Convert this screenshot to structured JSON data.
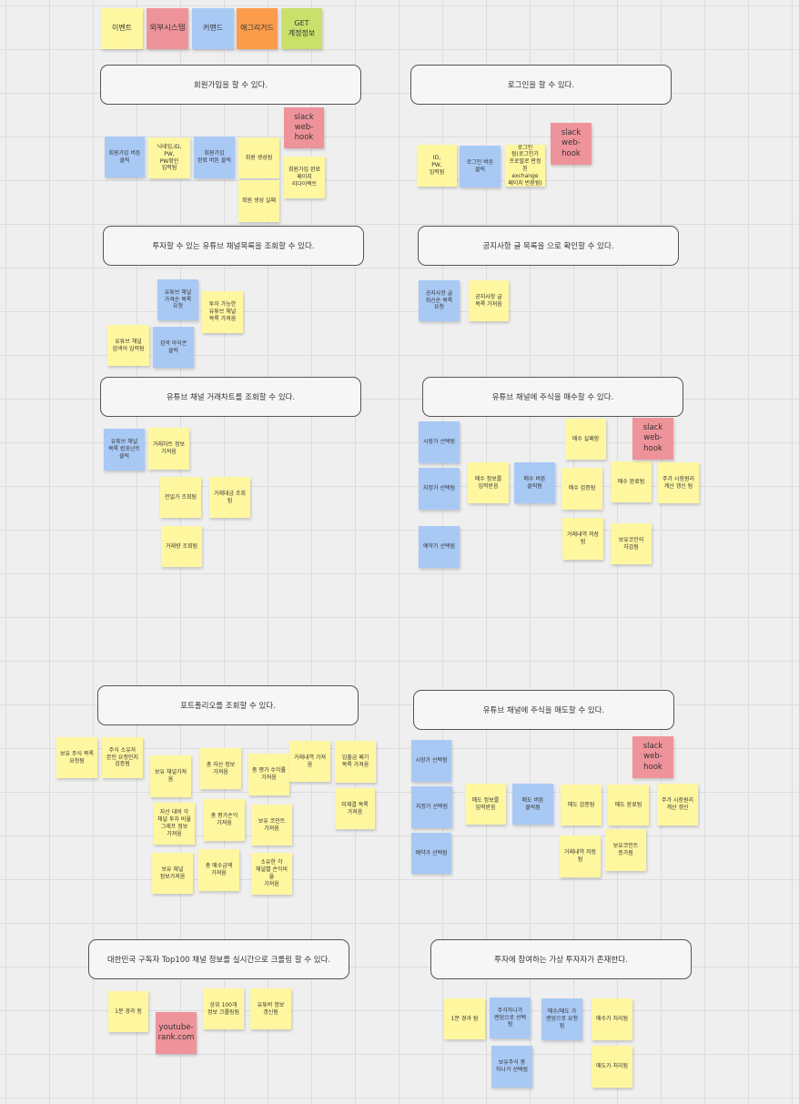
{
  "colors": {
    "yellow": "#fff7a0",
    "blue": "#a9c9f5",
    "pink": "#ef939b",
    "orange": "#fb9c4a",
    "green": "#c9e06a"
  },
  "legend": [
    {
      "id": "legend-event",
      "color": "yellow",
      "text": "이벤트"
    },
    {
      "id": "legend-external",
      "color": "pink",
      "text": "외부시스템"
    },
    {
      "id": "legend-command",
      "color": "blue",
      "text": "커맨드"
    },
    {
      "id": "legend-aggregate",
      "color": "orange",
      "text": "애그리거드"
    },
    {
      "id": "legend-get",
      "color": "green",
      "text": "GET\n계정정보"
    }
  ],
  "stories": [
    {
      "id": "signup",
      "text": "회원가입을 할 수 있다."
    },
    {
      "id": "login",
      "text": "로그인을 할 수 있다."
    },
    {
      "id": "channel-list",
      "text": "투자할 수 있는 유튜브 채널목록을 조회할 수 있다."
    },
    {
      "id": "notice",
      "text": "공지사항 글 목록을 으로 확인할 수 있다."
    },
    {
      "id": "chart",
      "text": "유튜브 채널 거래차트를 조회할 수 있다."
    },
    {
      "id": "buy",
      "text": "유튜브 채널에 주식을 매수할 수 있다."
    },
    {
      "id": "portfolio",
      "text": "포트폴리오를 조회할 수 있다."
    },
    {
      "id": "sell",
      "text": "유튜브 채널에 주식을 매도할 수 있다."
    },
    {
      "id": "crawl",
      "text": "대한민국 구독자 Top100 채널 정보를 실시간으로 크롤링 할 수 있다."
    },
    {
      "id": "virtual",
      "text": "투자에 참여하는 가상 투자자가 존재한다."
    }
  ],
  "notes": [
    {
      "id": "signup-btn-click",
      "color": "blue",
      "text": "회원가입 버튼\n클릭"
    },
    {
      "id": "signup-input",
      "color": "yellow",
      "text": "닉네임,ID,\nPW,\nPW확인\n입력됨"
    },
    {
      "id": "signup-done-click",
      "color": "blue",
      "text": "회원가입\n완료 버튼 클릭"
    },
    {
      "id": "member-created",
      "color": "yellow",
      "text": "회원 생성됨"
    },
    {
      "id": "member-create-fail",
      "color": "yellow",
      "text": "회원 생성 실패"
    },
    {
      "id": "signup-slack",
      "color": "pink",
      "text": "slack\nweb-hook"
    },
    {
      "id": "signup-redirect",
      "color": "yellow",
      "text": "회원가입 완료\n페이지\n리다이렉트"
    },
    {
      "id": "login-input",
      "color": "yellow",
      "text": "ID,\nPW,\n입력됨"
    },
    {
      "id": "login-btn-click",
      "color": "blue",
      "text": "로그인 버튼\n클릭"
    },
    {
      "id": "login-done",
      "color": "yellow",
      "text": "로그인\n됨(로그인가\n프로필로 판정된\nexchange\n페이지 반환됨)"
    },
    {
      "id": "login-slack",
      "color": "pink",
      "text": "slack\nweb-hook"
    },
    {
      "id": "channel-req",
      "color": "blue",
      "text": "유튜브 채널\n가격순 목록\n요청"
    },
    {
      "id": "channel-fetched",
      "color": "yellow",
      "text": "투자 가능한\n유튜브 채널\n목록 가져옴"
    },
    {
      "id": "channel-search-input",
      "color": "yellow",
      "text": "유튜브 채널\n검색어 입력됨"
    },
    {
      "id": "channel-search-click",
      "color": "blue",
      "text": "검색 아이콘\n클릭"
    },
    {
      "id": "notice-req",
      "color": "blue",
      "text": "공지사항 글\n최신순 목록\n요청"
    },
    {
      "id": "notice-fetched",
      "color": "yellow",
      "text": "공지사항 글\n목록 가져옴"
    },
    {
      "id": "chart-req",
      "color": "blue",
      "text": "유튜브 채널\n목록 컴포넌트\n클릭"
    },
    {
      "id": "chart-fetched",
      "color": "yellow",
      "text": "거래차트 정보\n가져옴"
    },
    {
      "id": "chart-prev",
      "color": "yellow",
      "text": "전일가 조회됨"
    },
    {
      "id": "chart-amount",
      "color": "yellow",
      "text": "거래대금 조회됨"
    },
    {
      "id": "chart-volume",
      "color": "yellow",
      "text": "거래량 조회됨"
    },
    {
      "id": "buy-market",
      "color": "blue",
      "text": "시장가 선택됨"
    },
    {
      "id": "buy-limit",
      "color": "blue",
      "text": "지정가 선택됨"
    },
    {
      "id": "buy-reserve",
      "color": "blue",
      "text": "예약가 선택됨"
    },
    {
      "id": "buy-info-input",
      "color": "yellow",
      "text": "매수 정보를\n입력받음"
    },
    {
      "id": "buy-btn-click",
      "color": "blue",
      "text": "매수 버튼\n클릭됨"
    },
    {
      "id": "buy-fail",
      "color": "yellow",
      "text": "매수 실패함"
    },
    {
      "id": "buy-verified",
      "color": "yellow",
      "text": "매수 검증됨"
    },
    {
      "id": "buy-complete",
      "color": "yellow",
      "text": "매수 완료됨"
    },
    {
      "id": "buy-slack",
      "color": "pink",
      "text": "slack\nweb-hook"
    },
    {
      "id": "buy-price-update",
      "color": "yellow",
      "text": "주가 시장원리\n계산 갱신 됨"
    },
    {
      "id": "buy-history",
      "color": "yellow",
      "text": "거래내역 저장됨"
    },
    {
      "id": "buy-coin-saved",
      "color": "yellow",
      "text": "보유코인의\n차감됨"
    },
    {
      "id": "pf-holdings-req",
      "color": "yellow",
      "text": "보유 주식 목록\n요청됨"
    },
    {
      "id": "pf-verify",
      "color": "yellow",
      "text": "주식 소유자\n본인 요청인지\n검증됨"
    },
    {
      "id": "pf-channel-fetched",
      "color": "yellow",
      "text": "보유 채널가져옴"
    },
    {
      "id": "pf-total-asset",
      "color": "yellow",
      "text": "총 자산 정보\n가져옴"
    },
    {
      "id": "pf-total-yield",
      "color": "yellow",
      "text": "총 평가 수익률\n가져옴"
    },
    {
      "id": "pf-trade-history",
      "color": "yellow",
      "text": "거래내역 가져옴"
    },
    {
      "id": "pf-deposit",
      "color": "yellow",
      "text": "입출금 페기\n목록 가져옴"
    },
    {
      "id": "pf-share",
      "color": "yellow",
      "text": "자산 대비 각\n채널 투자 비율\n그래프 정보\n가져옴"
    },
    {
      "id": "pf-total-pl",
      "color": "yellow",
      "text": "총 평가손익\n가져옴"
    },
    {
      "id": "pf-coin",
      "color": "yellow",
      "text": "보유 코인트\n가져옴"
    },
    {
      "id": "pf-unfilled",
      "color": "yellow",
      "text": "미체결 목록\n가져옴"
    },
    {
      "id": "pf-channel-info",
      "color": "yellow",
      "text": "보유 채널\n정보가져옴"
    },
    {
      "id": "pf-total-buy",
      "color": "yellow",
      "text": "총 매수금액\n가져옴"
    },
    {
      "id": "pf-channel-pl",
      "color": "yellow",
      "text": "소유한 각\n채널별 손익비율\n가져옴"
    },
    {
      "id": "sell-market",
      "color": "blue",
      "text": "시장가 선택됨"
    },
    {
      "id": "sell-limit",
      "color": "blue",
      "text": "지정가 선택됨"
    },
    {
      "id": "sell-reserve",
      "color": "blue",
      "text": "예약가 선택됨"
    },
    {
      "id": "sell-info-input",
      "color": "yellow",
      "text": "매도 정보를\n입력받음"
    },
    {
      "id": "sell-btn-click",
      "color": "blue",
      "text": "매도 버튼\n클릭됨"
    },
    {
      "id": "sell-verified",
      "color": "yellow",
      "text": "매도 검증됨"
    },
    {
      "id": "sell-complete",
      "color": "yellow",
      "text": "매도 완료됨"
    },
    {
      "id": "sell-slack",
      "color": "pink",
      "text": "slack\nweb-hook"
    },
    {
      "id": "sell-price-update",
      "color": "yellow",
      "text": "주가 시장원리\n계산 갱신"
    },
    {
      "id": "sell-history",
      "color": "yellow",
      "text": "거래내역 저장됨"
    },
    {
      "id": "sell-coin",
      "color": "yellow",
      "text": "보유코인트\n증가됨"
    },
    {
      "id": "crawl-minute",
      "color": "yellow",
      "text": "1분 경과 됨"
    },
    {
      "id": "crawl-top100",
      "color": "yellow",
      "text": "상위 100개\n정보 크롤링됨"
    },
    {
      "id": "crawl-update",
      "color": "yellow",
      "text": "유튜버 정보\n갱신됨"
    },
    {
      "id": "crawl-site",
      "color": "pink",
      "text": "youtube-\nrank.com"
    },
    {
      "id": "virtual-minute",
      "color": "yellow",
      "text": "1분 경과 됨"
    },
    {
      "id": "virtual-stock-pick",
      "color": "blue",
      "text": "주식하나가\n랜덤으로 선택됨"
    },
    {
      "id": "virtual-random-req",
      "color": "blue",
      "text": "매수/매도 가\n랜덤으로 요청됨"
    },
    {
      "id": "virtual-buy-done",
      "color": "yellow",
      "text": "매수가 처리됨"
    },
    {
      "id": "virtual-held-pick",
      "color": "blue",
      "text": "보유주식 중\n하나가 선택됨"
    },
    {
      "id": "virtual-sell-done",
      "color": "yellow",
      "text": "매도가 처리됨"
    }
  ]
}
